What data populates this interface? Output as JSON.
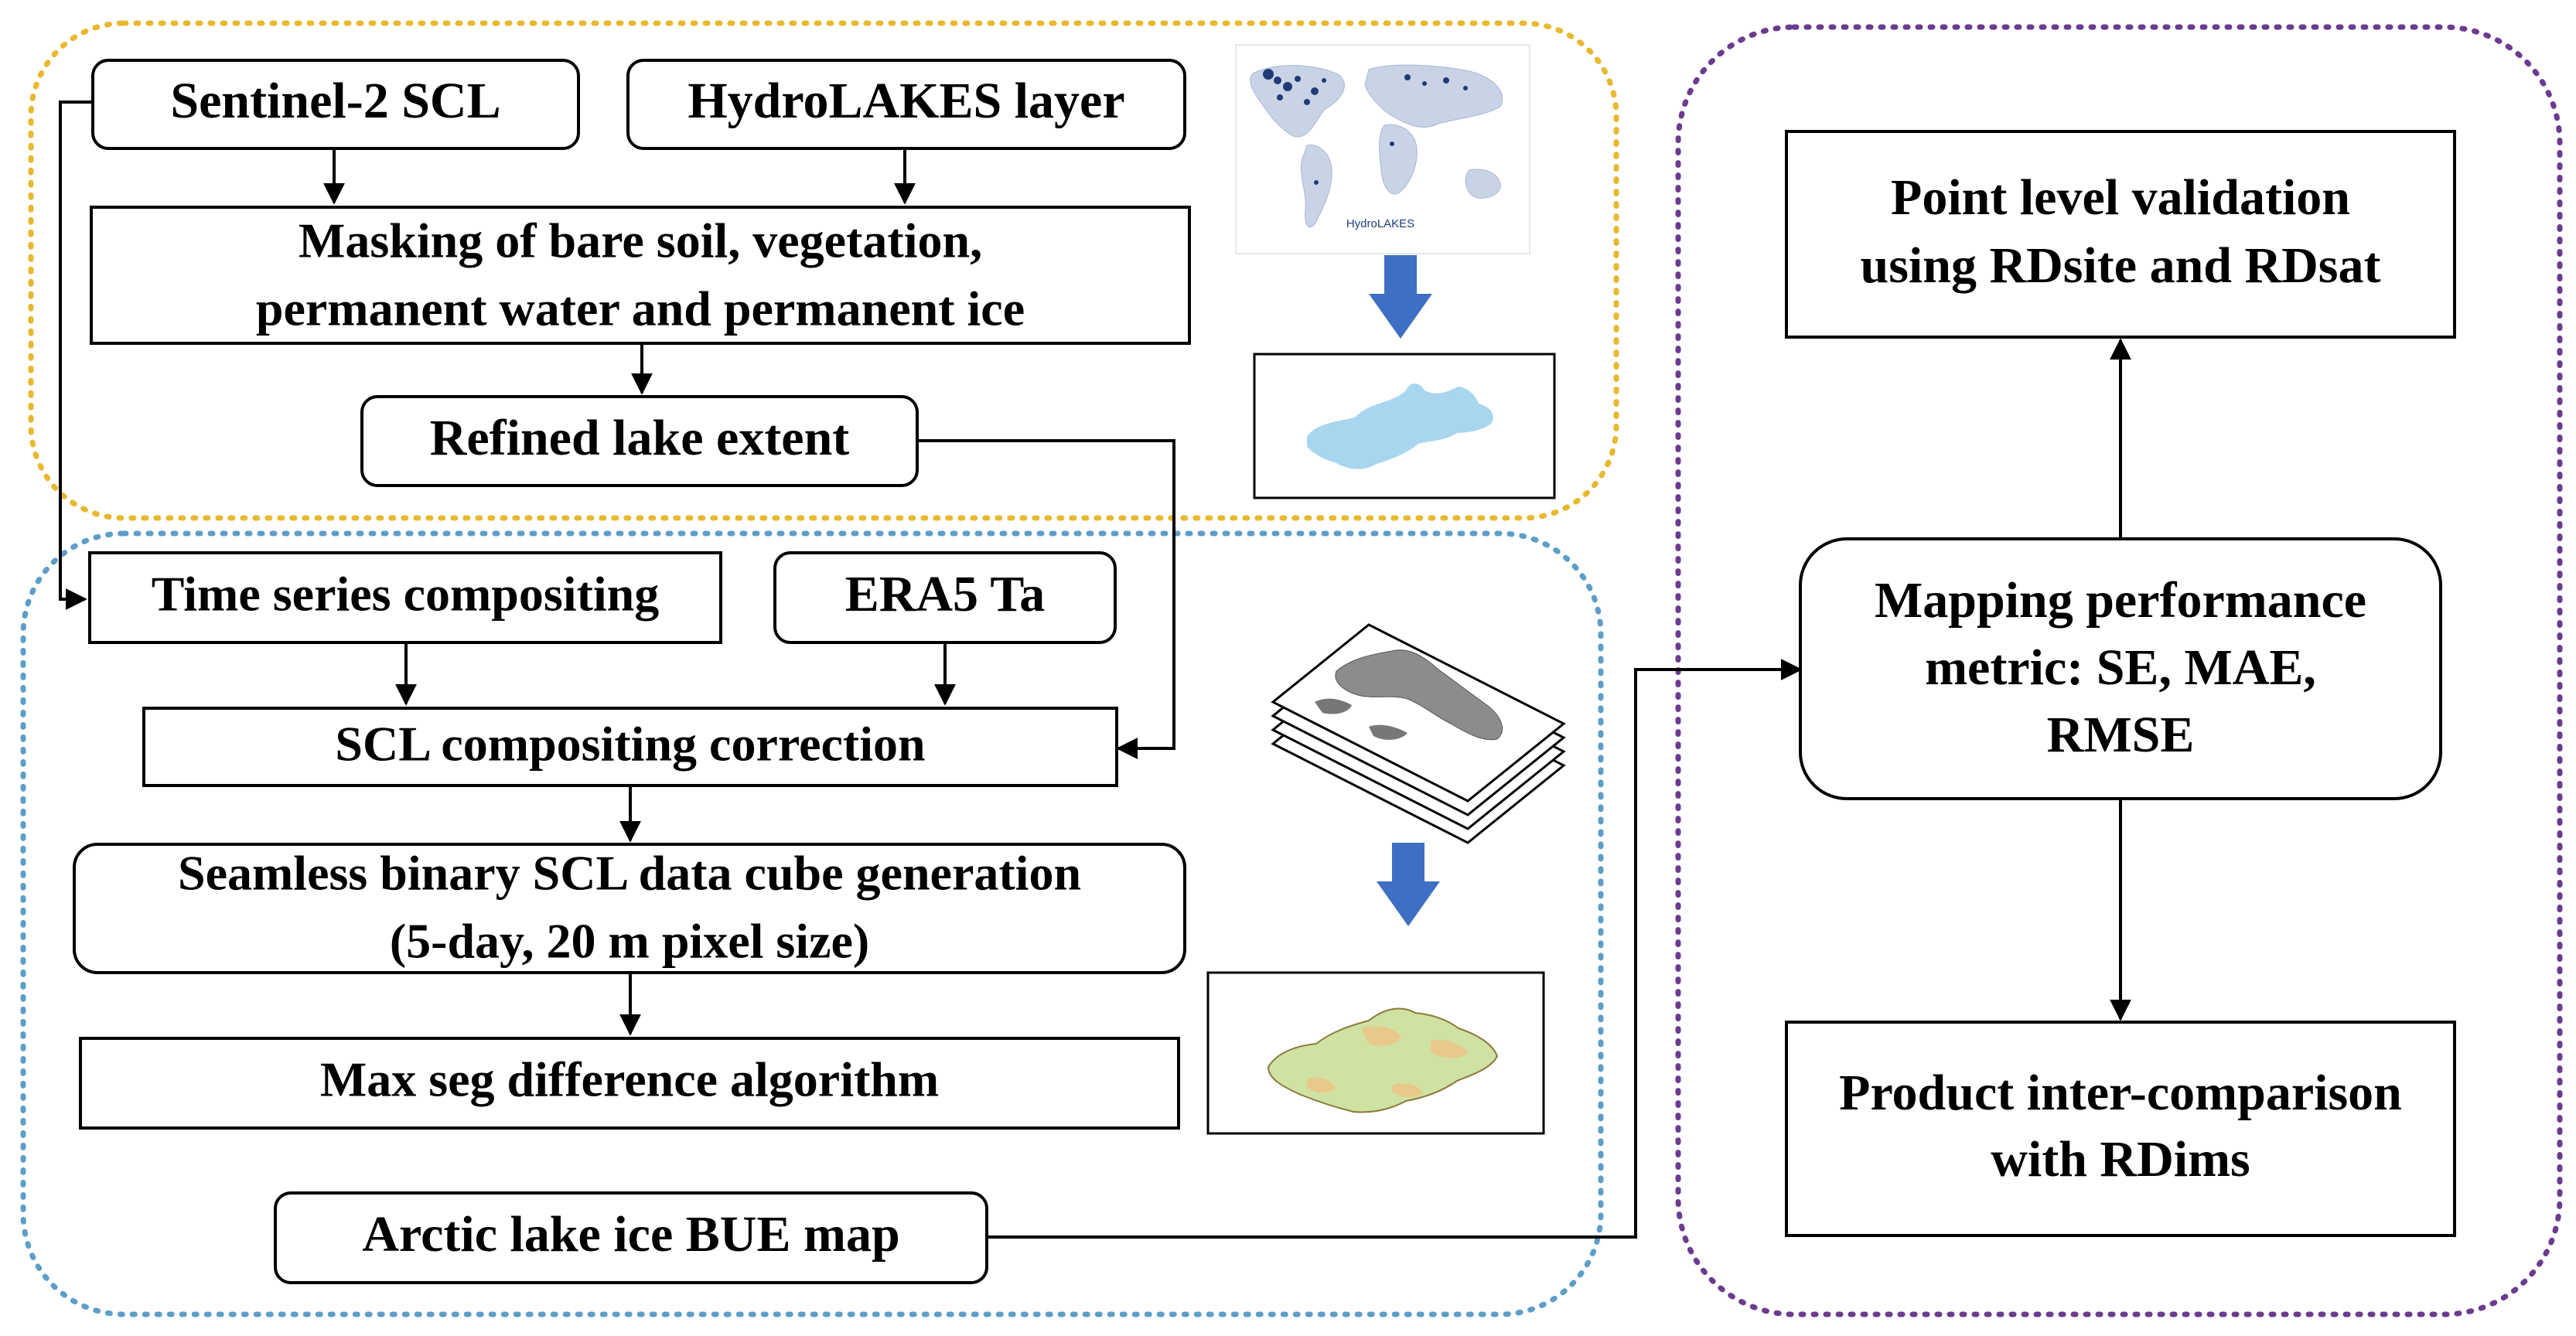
{
  "colors": {
    "yellow_group": "#e8b82e",
    "blue_group": "#5d9ec9",
    "purple_group": "#6a3b8f",
    "arrow_blue": "#3f6fc4",
    "lake_blue": "#a9d6ef",
    "ice_green": "#cfe2a3",
    "ice_tan": "#e8c98a"
  },
  "nodes": {
    "sentinel_scl": "Sentinel-2 SCL",
    "hydrolakes": "HydroLAKES layer",
    "masking_line1": "Masking of bare soil, vegetation,",
    "masking_line2": "permanent water and permanent ice",
    "refined_extent": "Refined lake extent",
    "time_series": "Time series compositing",
    "era5": "ERA5 Ta",
    "scl_correction": "SCL compositing correction",
    "seamless_line1": "Seamless binary SCL data cube generation",
    "seamless_line2": "(5-day, 20 m pixel size)",
    "max_seg": "Max seg difference algorithm",
    "bue_map": "Arctic lake ice BUE map",
    "mapping_line1": "Mapping performance",
    "mapping_line2": "metric: SE, MAE,",
    "mapping_line3": "RMSE",
    "validation_line1": "Point level validation",
    "validation_line2": "using RDsite and RDsat",
    "intercomp_line1": "Product inter-comparison",
    "intercomp_line2": "with RDims"
  },
  "thumbnails": {
    "hydrolakes_map_caption": "HydroLAKES"
  }
}
